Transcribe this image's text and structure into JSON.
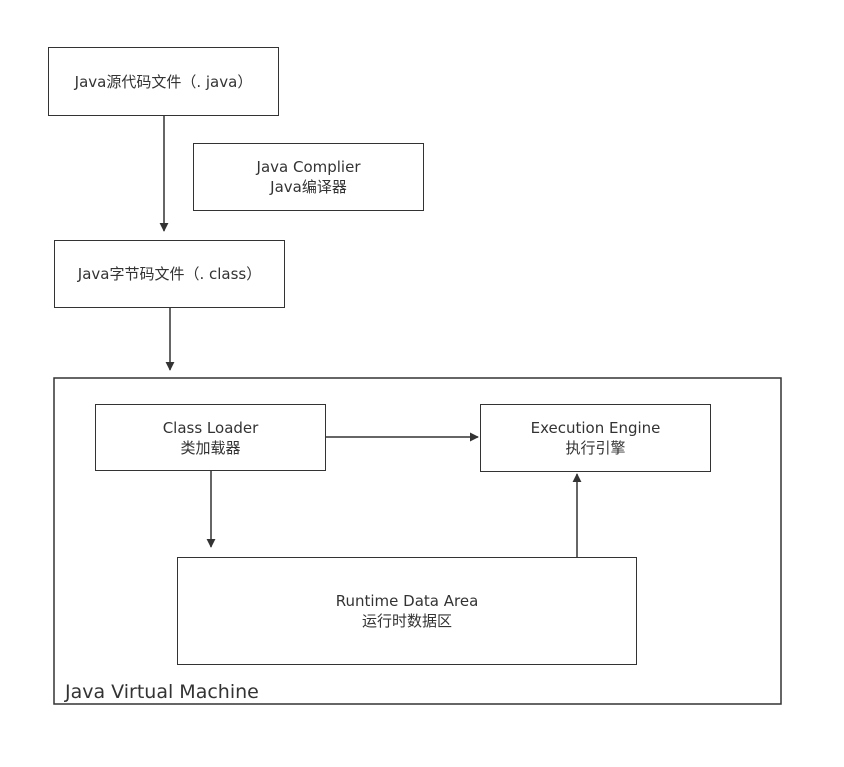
{
  "source_file": {
    "label": "Java源代码文件（. java）"
  },
  "compiler": {
    "title": "Java Complier",
    "subtitle": "Java编译器"
  },
  "bytecode_file": {
    "label": "Java字节码文件（. class）"
  },
  "jvm": {
    "label": "Java Virtual Machine",
    "class_loader": {
      "title": "Class Loader",
      "subtitle": "类加载器"
    },
    "execution_engine": {
      "title": "Execution Engine",
      "subtitle": "执行引擎"
    },
    "runtime_data_area": {
      "title": "Runtime Data Area",
      "subtitle": "运行时数据区"
    }
  }
}
